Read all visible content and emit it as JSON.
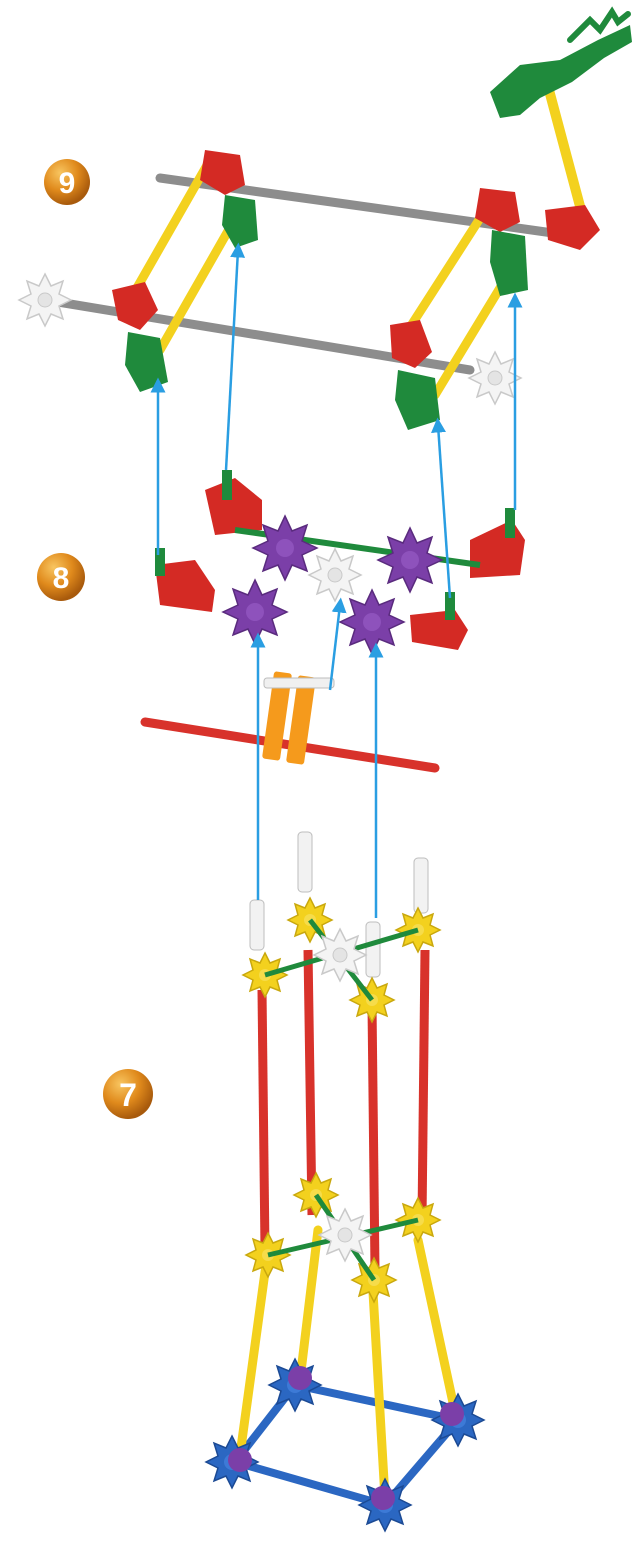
{
  "steps": [
    {
      "number": "9"
    },
    {
      "number": "8"
    },
    {
      "number": "7"
    }
  ],
  "colors": {
    "badge_fill": "#e08a1c",
    "badge_highlight": "#f8c560",
    "badge_text": "#ffffff",
    "arrow": "#2a9ee2",
    "red_rod": "#d8322b",
    "yellow_rod": "#f3d11e",
    "grey_rod": "#8d8d8d",
    "green_connector": "#1f8a3c",
    "red_connector": "#d42a24",
    "purple_connector": "#7b3fa8",
    "blue_connector": "#2b67c2",
    "white_connector": "#f2f2f2",
    "orange_connector": "#f59a1c"
  }
}
